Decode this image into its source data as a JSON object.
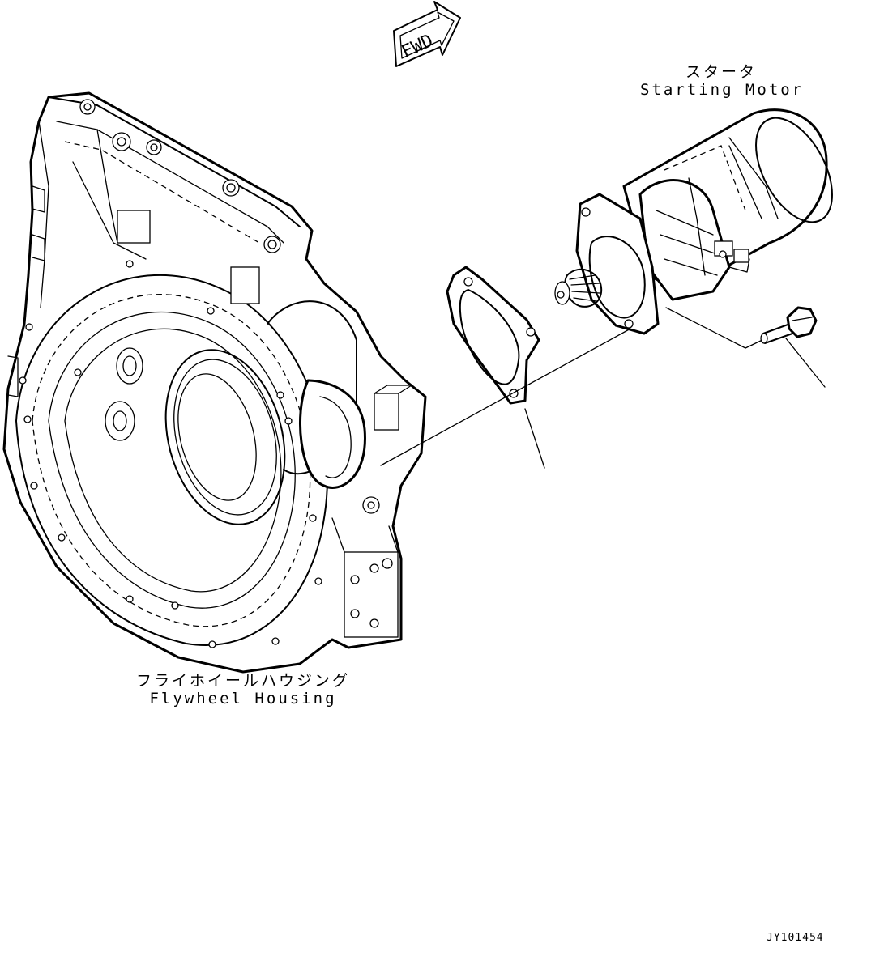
{
  "fwd_marker": {
    "text": "FWD"
  },
  "parts": {
    "starting_motor": {
      "label_jp": "スタータ",
      "label_en": "Starting Motor"
    },
    "flywheel_housing": {
      "label_jp": "フライホイールハウジング",
      "label_en": "Flywheel Housing"
    }
  },
  "figure_id": "JY101454"
}
